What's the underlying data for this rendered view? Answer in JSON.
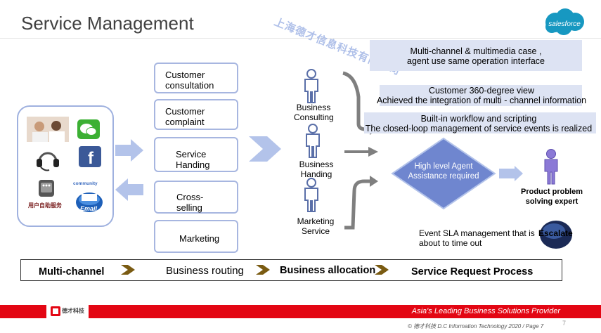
{
  "header": {
    "title": "Service Management",
    "logo_text": "salesforce",
    "watermark": "上海德才信息科技有限公司"
  },
  "channels": {
    "community_label": "community",
    "email_label": "Email",
    "selfservice_label": "用户自助服务"
  },
  "process_boxes": [
    {
      "line1": "Customer",
      "line2": "consultation"
    },
    {
      "line1": "Customer",
      "line2": "complaint"
    },
    {
      "line1": "Service",
      "line2": "Handing"
    },
    {
      "line1": "Cross-",
      "line2": "selling"
    },
    {
      "line1": "Marketing",
      "line2": ""
    }
  ],
  "agents": [
    {
      "line1": "Business",
      "line2": "Consulting"
    },
    {
      "line1": "Business",
      "line2": "Handing"
    },
    {
      "line1": "Marketing",
      "line2": "Service"
    }
  ],
  "features": [
    {
      "line1": "Multi-channel & multimedia case ,",
      "line2": "agent use same operation interface"
    },
    {
      "line1": "Customer 360-degree view",
      "line2": "Achieved the integration of multi - channel information"
    },
    {
      "line1": "Built-in workflow and scripting",
      "line2": "The closed-loop management of service events is realized"
    }
  ],
  "assistance": {
    "line1": "High level Agent",
    "line2": "Assistance required"
  },
  "expert": {
    "line1": "Product problem",
    "line2": "solving expert"
  },
  "sla": {
    "line1": "Event SLA management that is",
    "line2": "about to time out",
    "escalate_label": "Escalate"
  },
  "flow_steps": [
    "Multi-channel",
    "Business routing",
    "Business allocation",
    "Service Request Process"
  ],
  "footer": {
    "slogan": "Asia's Leading Business Solutions Provider",
    "company_short": "德才科技",
    "copyright": "© 德才科技 D.C Information Technology 2020  /  Page 7",
    "page_number": "7"
  },
  "colors": {
    "box_border": "#a7b6e0",
    "band_fill": "#dde3f3",
    "arrow_blue": "#b3c3ea",
    "arrow_gold": "#7a5b12",
    "footer_red": "#e30613",
    "diamond_blue": "#6f86cf",
    "person_purple": "#8b79d6"
  }
}
